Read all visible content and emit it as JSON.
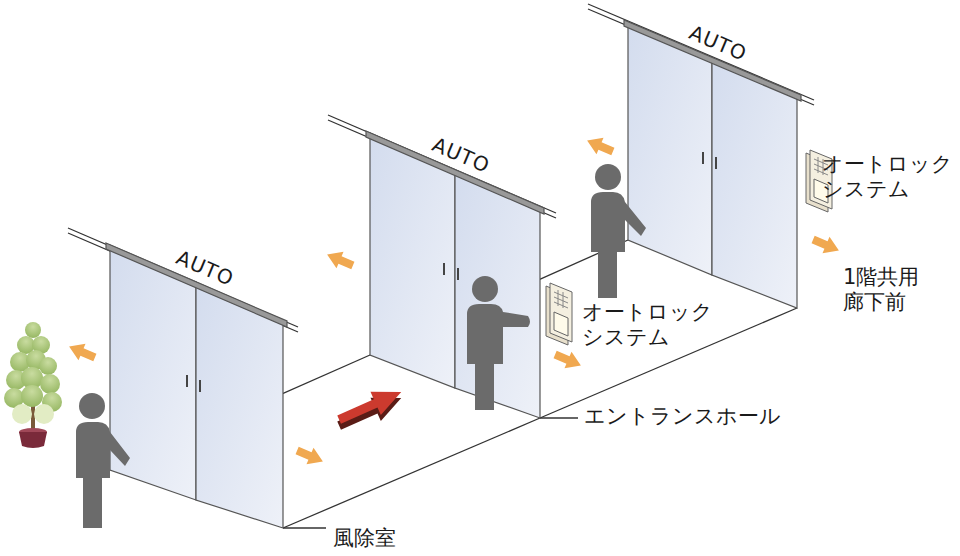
{
  "diagram": {
    "labels": [
      "AUTO",
      "AUTO",
      "AUTO",
      "オートロック システム",
      "1階共用 廊下前",
      "オートロック システム",
      "エントランスホール",
      "風除室"
    ]
  }
}
